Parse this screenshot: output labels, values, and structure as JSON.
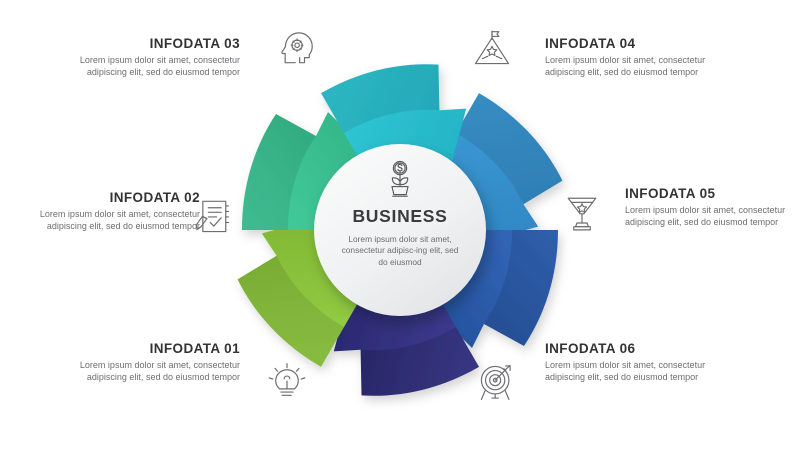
{
  "center": {
    "title": "BUSINESS",
    "description": "Lorem ipsum dolor sit amet, consectetur adipisc-ing elit, sed do eiusmod",
    "icon": "money-plant-icon"
  },
  "palette": {
    "segment_01": "#8CC63E",
    "segment_02": "#3DC596",
    "segment_03": "#2CBFCF",
    "segment_04": "#3894CE",
    "segment_05": "#2D62B5",
    "segment_06": "#2E2D7A",
    "heading_text": "#333335",
    "body_text": "#6D6E71",
    "background": "#FFFFFF",
    "center_circle": "#EFF0F1"
  },
  "segments": [
    {
      "id": "01",
      "label": "INFODATA 01",
      "description": "Lorem ipsum dolor sit amet, consectetur adipiscing elit, sed do eiusmod tempor",
      "icon": "lightbulb-icon",
      "color": "#8CC63E",
      "side": "left"
    },
    {
      "id": "02",
      "label": "INFODATA 02",
      "description": "Lorem ipsum dolor sit amet, consectetur adipiscing elit, sed do eiusmod tempor",
      "icon": "clipboard-checklist-icon",
      "color": "#3DC596",
      "side": "left"
    },
    {
      "id": "03",
      "label": "INFODATA 03",
      "description": "Lorem ipsum dolor sit amet, consectetur adipiscing elit, sed do eiusmod tempor",
      "icon": "head-gear-icon",
      "color": "#2CBFCF",
      "side": "left"
    },
    {
      "id": "04",
      "label": "INFODATA 04",
      "description": "Lorem ipsum dolor sit amet, consectetur adipiscing elit, sed do eiusmod tempor",
      "icon": "mountain-flag-icon",
      "color": "#3894CE",
      "side": "right"
    },
    {
      "id": "05",
      "label": "INFODATA 05",
      "description": "Lorem ipsum dolor sit amet, consectetur adipiscing elit, sed do eiusmod tempor",
      "icon": "trophy-icon",
      "color": "#2D62B5",
      "side": "right"
    },
    {
      "id": "06",
      "label": "INFODATA 06",
      "description": "Lorem ipsum dolor sit amet, consectetur adipiscing elit, sed do eiusmod tempor",
      "icon": "target-dartboard-icon",
      "color": "#2E2D7A",
      "side": "right"
    }
  ]
}
